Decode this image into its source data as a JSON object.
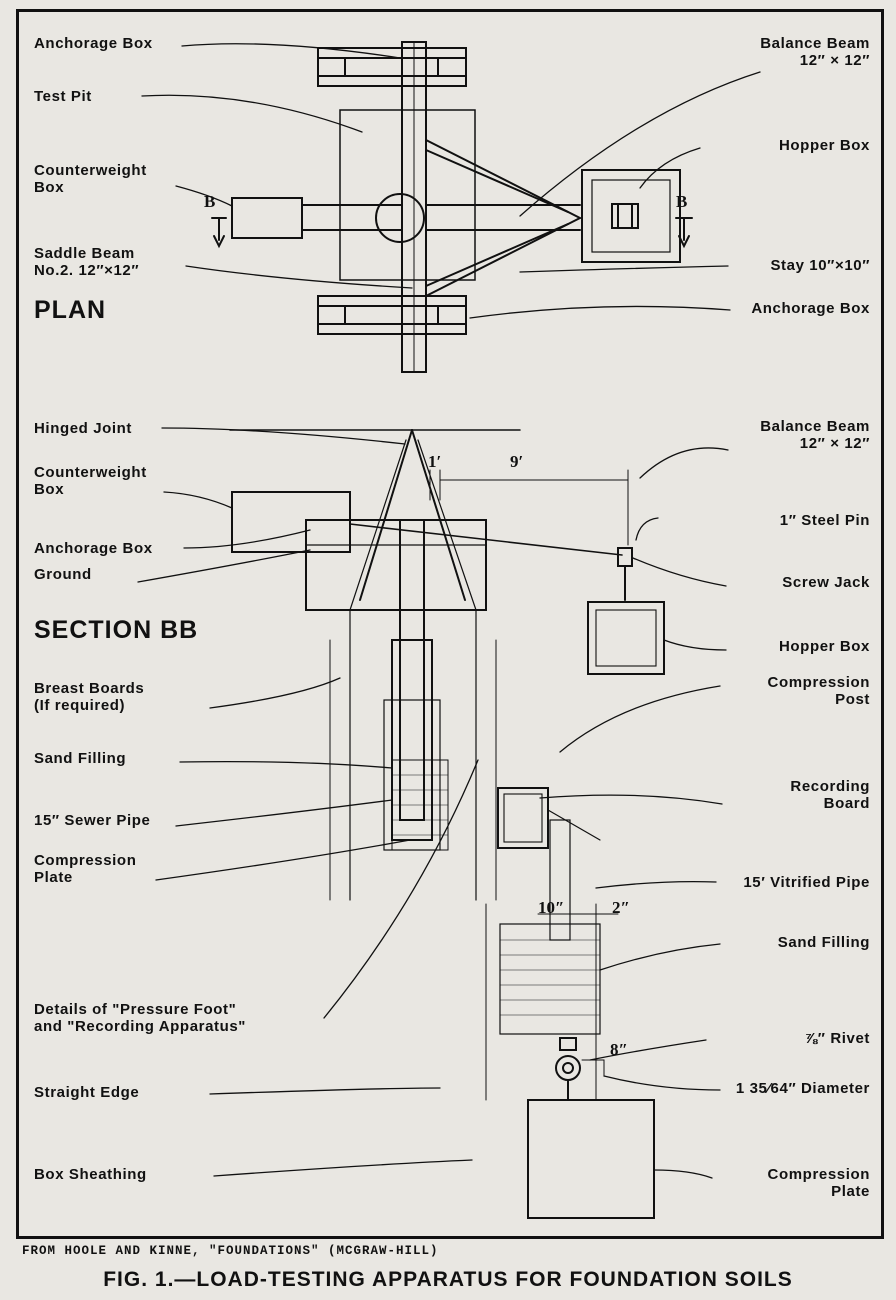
{
  "labels": {
    "anchorage_box_top": "Anchorage Box",
    "test_pit": "Test Pit",
    "counterweight_box_plan": "Counterweight\nBox",
    "saddle_beam": "Saddle Beam\nNo.2. 12″×12″",
    "plan": "PLAN",
    "balance_beam_plan": "Balance Beam\n12″ × 12″",
    "hopper_box_plan": "Hopper Box",
    "section_mark_left": "B",
    "section_mark_right": "B",
    "stay": "Stay 10″×10″",
    "anchorage_box_plan_right": "Anchorage Box",
    "hinged_joint": "Hinged Joint",
    "counterweight_box_section": "Counterweight\nBox",
    "anchorage_box_section": "Anchorage Box",
    "ground": "Ground",
    "section_bb": "SECTION BB",
    "balance_beam_section": "Balance Beam\n12″ × 12″",
    "steel_pin": "1″ Steel Pin",
    "screw_jack": "Screw Jack",
    "hopper_box_section": "Hopper Box",
    "breast_boards": "Breast Boards\n(If required)",
    "sand_filling_left": "Sand Filling",
    "sewer_pipe": "15″ Sewer Pipe",
    "compression_plate_left": "Compression\nPlate",
    "details": "Details of \"Pressure Foot\"\nand \"Recording Apparatus\"",
    "straight_edge": "Straight Edge",
    "box_sheathing": "Box Sheathing",
    "compression_post": "Compression\nPost",
    "recording_board": "Recording\nBoard",
    "vitrified_pipe": "15′ Vitrified Pipe",
    "sand_filling_right": "Sand Filling",
    "rivet": "⅞″ Rivet",
    "diameter": "1 35⁄64″ Diameter",
    "compression_plate_right": "Compression\nPlate"
  },
  "dimensions": {
    "d1": "1′",
    "d9": "9′",
    "d10": "10″",
    "d2": "2″",
    "d8": "8″"
  },
  "credit": "FROM HOOLE AND KINNE, \"FOUNDATIONS\" (MCGRAW-HILL)",
  "caption": "FIG. 1.—LOAD-TESTING APPARATUS FOR FOUNDATION SOILS"
}
